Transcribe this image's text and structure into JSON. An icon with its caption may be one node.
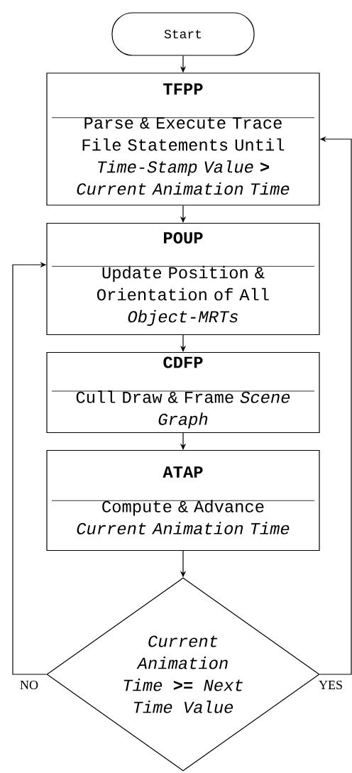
{
  "diagram": {
    "nodes": [
      {
        "text": [
          "Start"
        ]
      },
      {
        "text": [
          "TFPP",
          "Parse & Execute Trace File Statements Until *Time-Stamp Value* **>** *Current Animation Time*"
        ]
      },
      {
        "text": [
          "POUP",
          "Update Position & Orientation of All *Object-MRTs*"
        ]
      },
      {
        "text": [
          "CDFP",
          "Cull Draw & Frame *Scene Graph*"
        ]
      },
      {
        "text": [
          "ATAP",
          "Compute & Advance *Current Animation Time*"
        ]
      },
      {
        "text": [
          "*Current Animation Time* **>=** *Next Time Value*"
        ]
      }
    ],
    "edges": [
      {
        "from": 0,
        "to": 1,
        "arrow": "to"
      },
      {
        "from": 1,
        "to": 2,
        "arrow": "to"
      },
      {
        "from": 2,
        "to": 3,
        "arrow": "to"
      },
      {
        "from": 3,
        "to": 4,
        "arrow": "to"
      },
      {
        "from": 4,
        "to": 5,
        "arrow": "to"
      },
      {
        "from": 5,
        "to": 2,
        "arrow": "to",
        "label": "NO"
      },
      {
        "from": 5,
        "to": 1,
        "arrow": "to",
        "label": "YES"
      }
    ]
  }
}
